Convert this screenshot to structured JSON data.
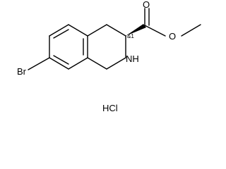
{
  "molecule": {
    "labels": {
      "bromine": "Br",
      "amine": "NH",
      "carbonyl_oxygen": "O",
      "ester_oxygen": "O",
      "stereo_descriptor": "&1",
      "salt": "HCl"
    },
    "colors": {
      "bond": "#000000",
      "text": "#000000",
      "background": "#ffffff"
    }
  }
}
